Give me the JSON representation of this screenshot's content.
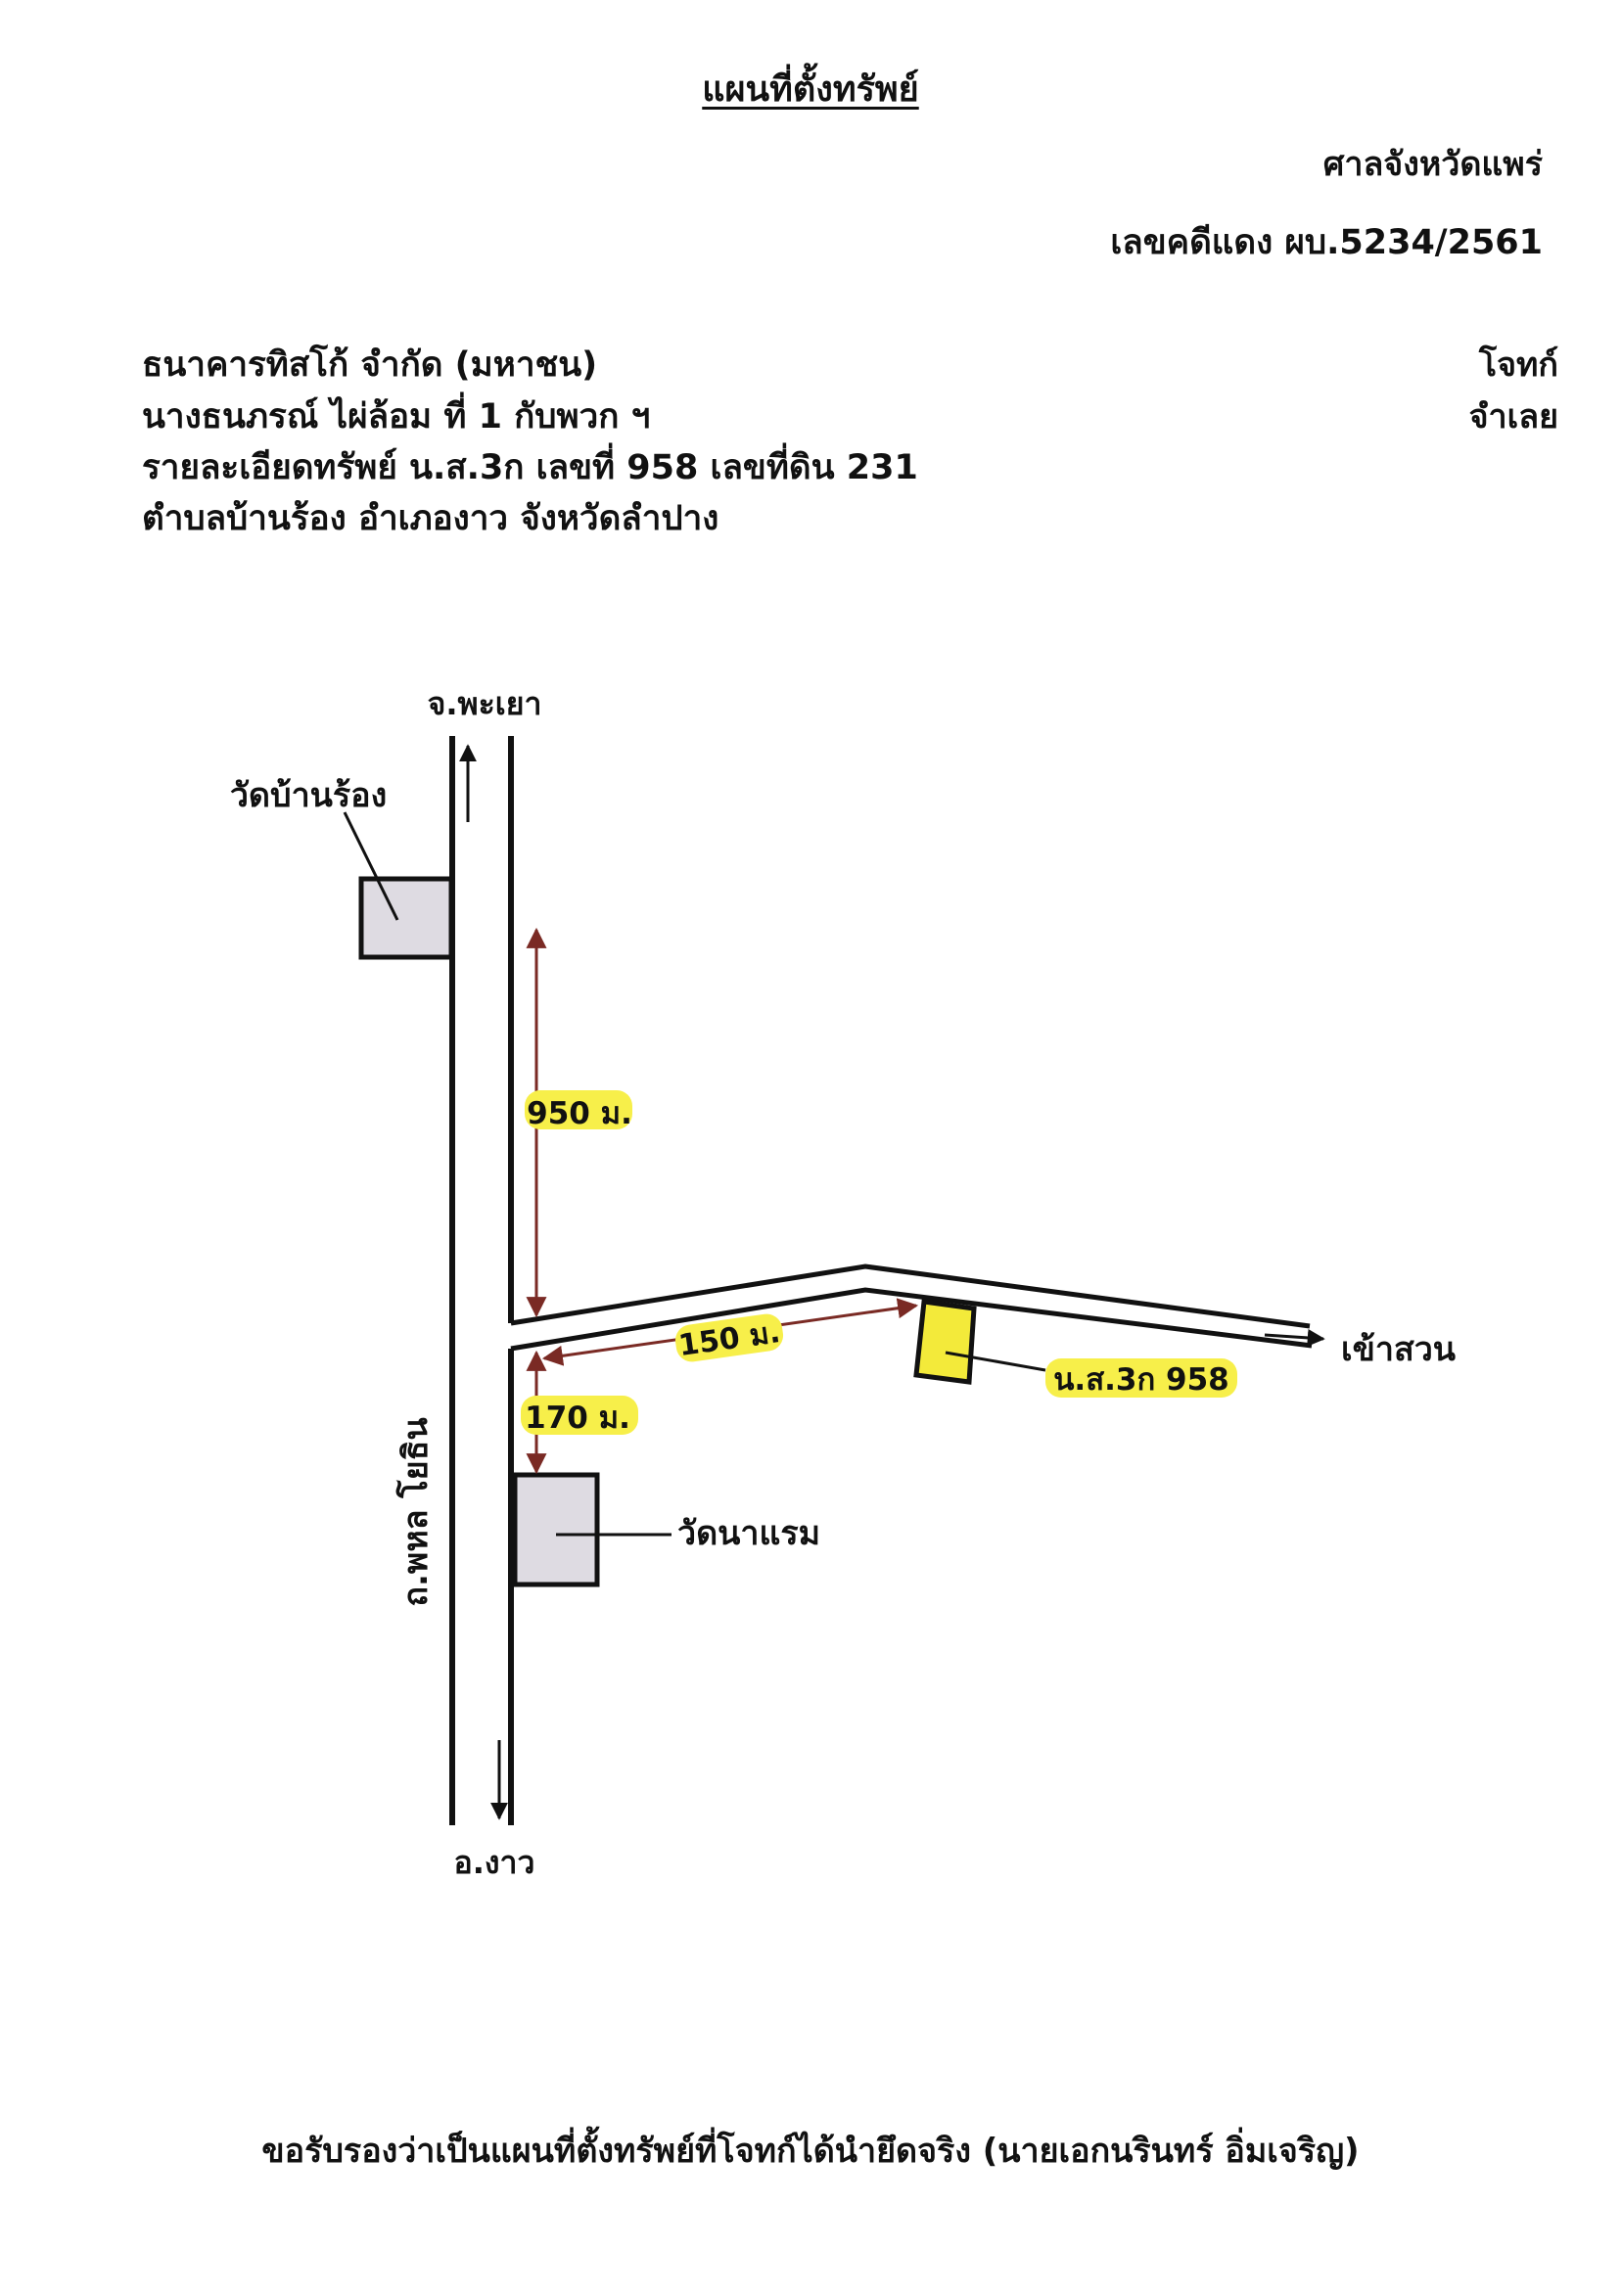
{
  "header": {
    "title": "แผนที่ตั้งทรัพย์",
    "court": "ศาลจังหวัดแพร่",
    "case_number": "เลขคดีแดง ผบ.5234/2561"
  },
  "parties": {
    "plaintiff": "ธนาคารทิสโก้ จำกัด (มหาชน)",
    "plaintiff_role": "โจทก์",
    "defendant": "นางธนภรณ์ ไผ่ล้อม ที่ 1 กับพวก ฯ",
    "defendant_role": "จำเลย",
    "property_detail": "รายละเอียดทรัพย์ น.ส.3ก เลขที่ 958 เลขที่ดิน 231",
    "location": "ตำบลบ้านร้อง อำเภองาว จังหวัดลำปาง"
  },
  "map": {
    "north_destination": "จ.พะเยา",
    "south_destination": "อ.งาว",
    "main_road": "ถ.พหล โยธิน",
    "temple_north": "วัดบ้านร้อง",
    "temple_south": "วัดนาแรม",
    "distance_north": "950 ม.",
    "distance_branch": "150 ม.",
    "distance_south": "170 ม.",
    "parcel_label": "น.ส.3ก 958",
    "branch_destination": "เข้าสวน",
    "colors": {
      "highlight": "#f7ef4a",
      "parcel_fill": "#f3ea3a",
      "temple_fill": "#dedbe2",
      "distance_arrow": "#7a2a24",
      "road_line": "#111111"
    }
  },
  "footer": {
    "certification": "ขอรับรองว่าเป็นแผนที่ตั้งทรัพย์ที่โจทก์ได้นำยึดจริง (นายเอกนรินทร์ อิ่มเจริญ)"
  }
}
